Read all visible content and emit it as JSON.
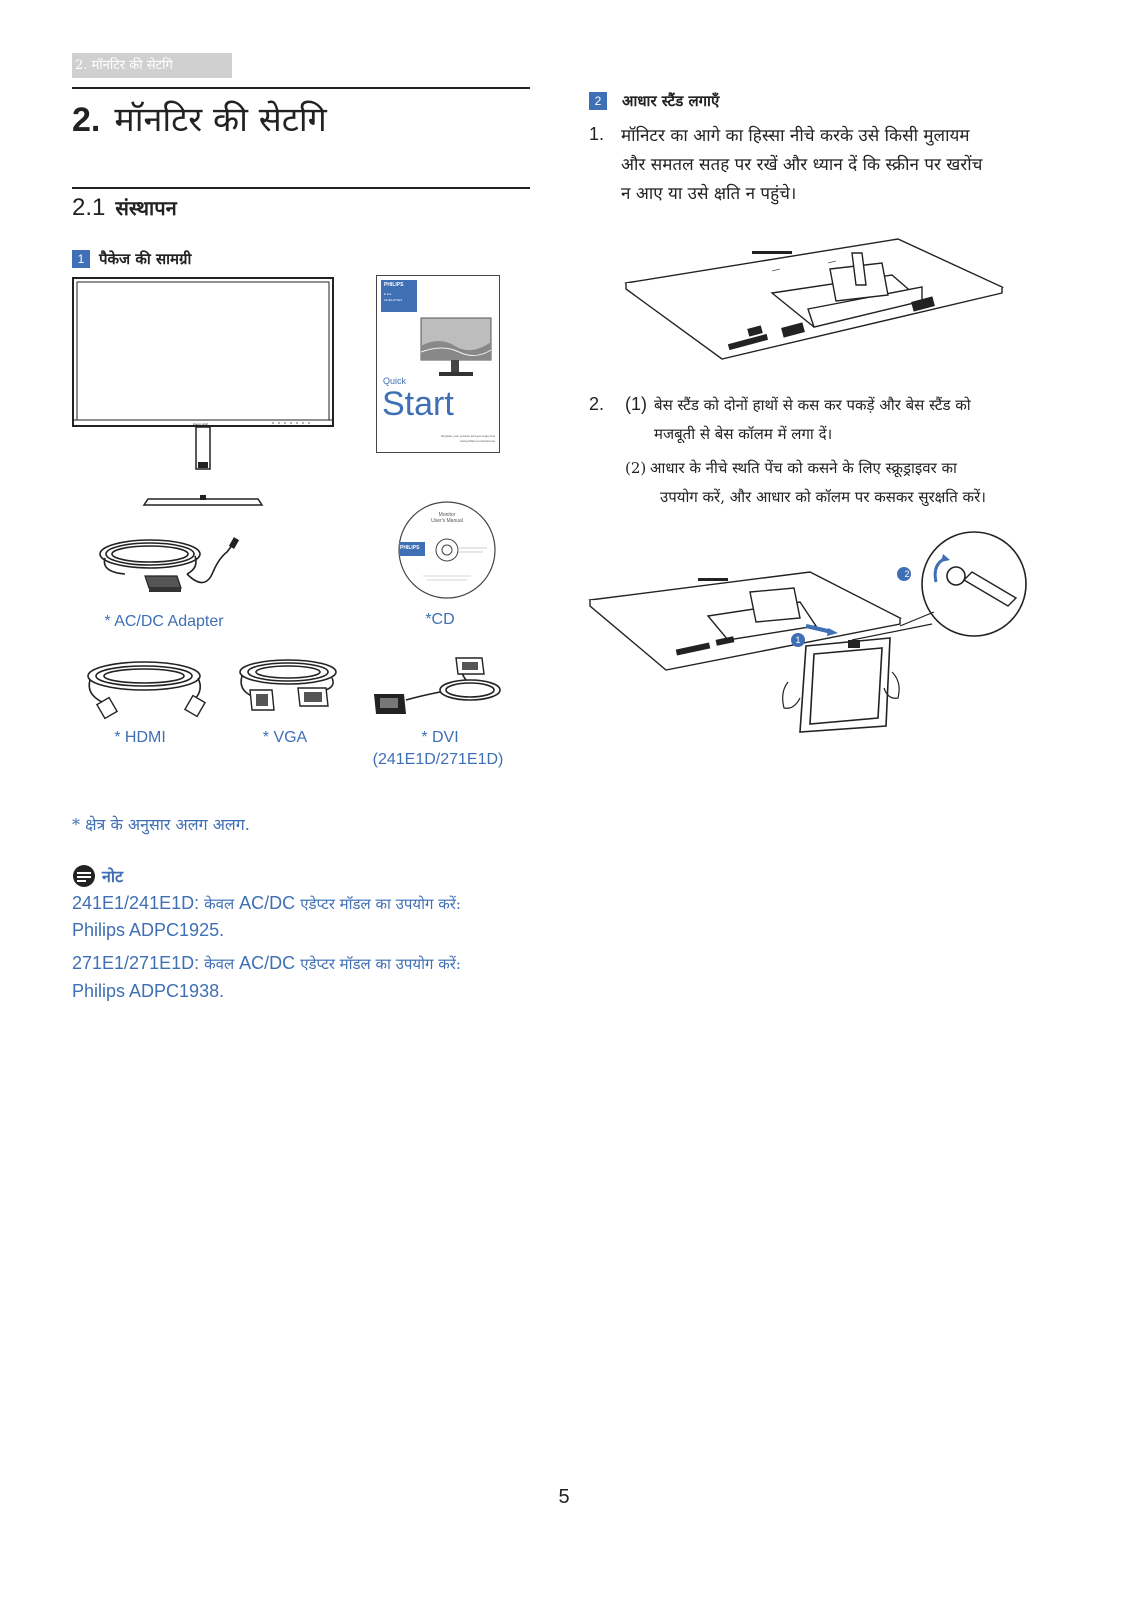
{
  "header": {
    "running_title": "2. मॉनटिर की सेटगि"
  },
  "chapter": {
    "number": "2.",
    "title": "मॉनटिर की सेटगि"
  },
  "section": {
    "number": "2.1",
    "title": "संस्थापन"
  },
  "left": {
    "step1": {
      "badge": "1",
      "title": "पैकेज की सामग्री"
    },
    "quick_start": {
      "brand": "PHILIPS",
      "series": "E line",
      "model": "241E1/271E1",
      "quick": "Quick",
      "start": "Start",
      "register_line1": "Register your product and get support at",
      "register_line2": "www.philips.com/welcome"
    },
    "monitor_brand": "PHILIPS",
    "cd": {
      "title": "Monitor",
      "subtitle": "User's Manual",
      "brand": "PHILIPS"
    },
    "captions": {
      "adapter": "* AC/DC Adapter",
      "cd": "*CD",
      "hdmi": "* HDMI",
      "vga": "* VGA",
      "dvi": "* DVI",
      "dvi_models": "(241E1D/271E1D)"
    },
    "region_note": "* क्षेत्र के अनुसार अलग अलग.",
    "note": {
      "label": "नोट",
      "line1_model": "241E1/241E1D:",
      "line1_text": "केवल",
      "line1_acdc": "AC/DC",
      "line1_tail": "एडेप्टर मॉडल का उपयोग करें:",
      "line1_product": "Philips ADPC1925.",
      "line2_model": "271E1/271E1D:",
      "line2_text": "केवल",
      "line2_acdc": "AC/DC",
      "line2_tail": "एडेप्टर मॉडल का उपयोग करें:",
      "line2_product": "Philips ADPC1938."
    }
  },
  "right": {
    "step2": {
      "badge": "2",
      "title": "आधार स्टैंड लगाएँ"
    },
    "item1": {
      "num": "1.",
      "line1": "मॉनिटर का आगे का हिस्सा नीचे करके उसे किसी मुलायम",
      "line2": "और समतल सतह पर रखें और ध्यान दें कि स्क्रीन पर खरोंच",
      "line3": "न आए या उसे क्षति न पहुंचे।"
    },
    "item2": {
      "num": "2.",
      "sub1_num": "(1)",
      "sub1_line1": "बेस स्टैंड को दोनों हाथों से कस कर पकड़ें और बेस स्टैंड को",
      "sub1_line2": "मजबूती से बेस कॉलम में लगा दें।",
      "sub2_num": "(2)",
      "sub2_line1": "आधार के नीचे स्थति पेंच को कसने के लिए स्क्रूड्राइवर का",
      "sub2_line2": "उपयोग करें, और आधार को कॉलम पर कसकर सुरक्षति करें।"
    },
    "callout1": "1",
    "callout2": "2"
  },
  "footer": {
    "page_number": "5"
  },
  "colors": {
    "accent": "#3f6fb4",
    "header_tab": "#d0d0d0"
  }
}
